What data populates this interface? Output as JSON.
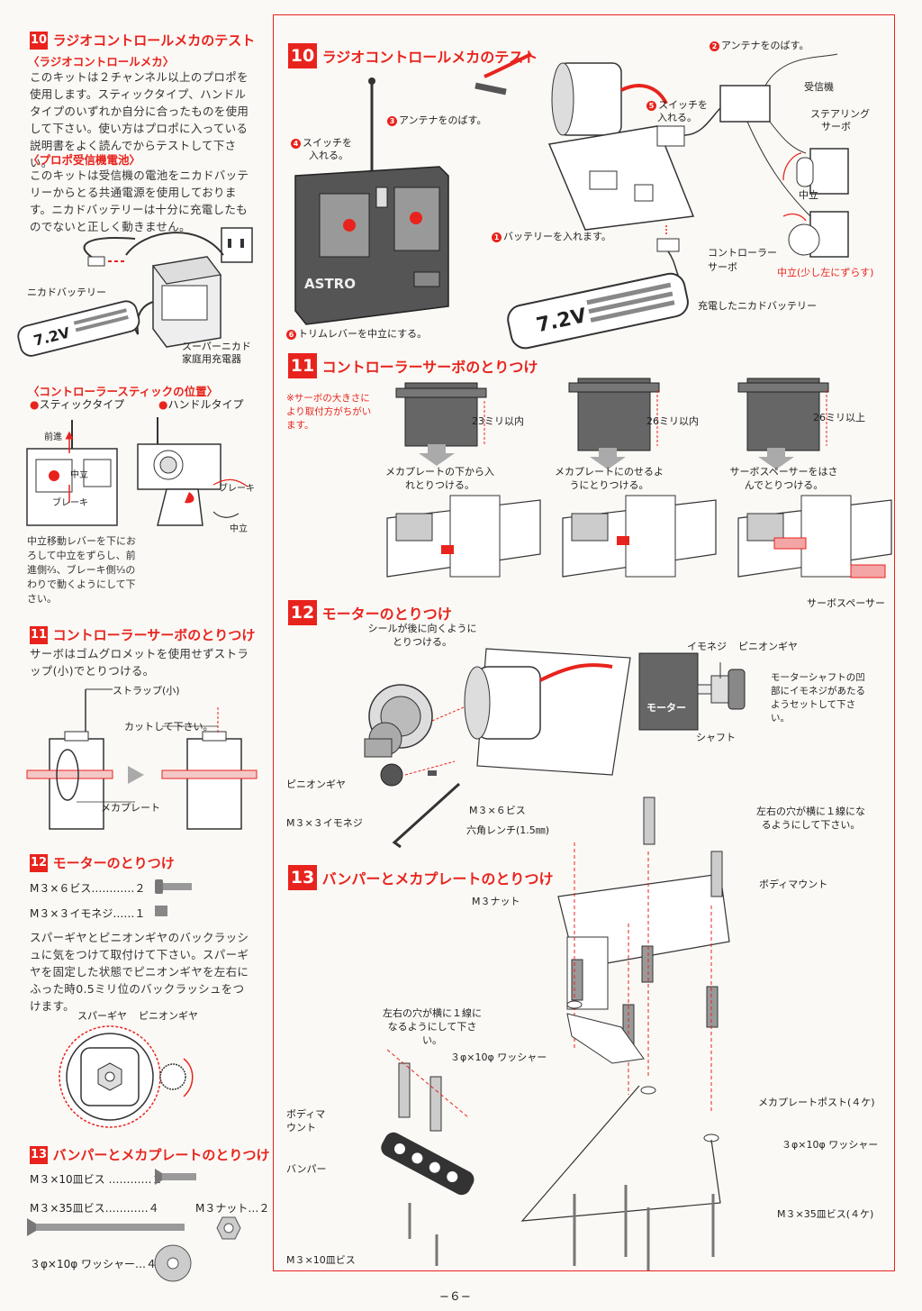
{
  "left": {
    "s10": {
      "num": "10",
      "title": "ラジオコントロールメカのテスト",
      "sub1": "〈ラジオコントロールメカ〉",
      "p1": "このキットは２チャンネル以上のプロポを使用します。スティックタイプ、ハンドルタイプのいずれか自分に合ったものを使用して下さい。使い方はプロポに入っている説明書をよく読んでからテストして下さい。",
      "sub2": "〈プロポ受信機電池〉",
      "p2": "このキットは受信機の電池をニカドバッテリーからとる共通電源を使用しております。ニカドバッテリーは十分に充電したものでないと正しく動きません。",
      "label_battery": "ニカドバッテリー",
      "label_charger_1": "スーパーニカド",
      "label_charger_2": "家庭用充電器",
      "battery_text": "7.2V",
      "sub3": "〈コントローラースティックの位置〉",
      "stick_type": "スティックタイプ",
      "handle_type": "ハンドルタイプ",
      "l_forward": "前進",
      "l_neutral": "中立",
      "l_brake": "ブレーキ",
      "l_brake2": "ブレーキ",
      "l_neutral2": "中立",
      "note": "中立移動レバーを下におろして中立をずらし、前進側⅔、ブレーキ側⅓のわりで動くようにして下さい。"
    },
    "s11": {
      "num": "11",
      "title": "コントローラーサーボのとりつけ",
      "p": "サーボはゴムグロメットを使用せずストラップ(小)でとりつける。",
      "strap": "ストラップ(小)",
      "cut": "カットして下さい。",
      "plate": "メカプレート"
    },
    "s12": {
      "num": "12",
      "title": "モーターのとりつけ",
      "part1": "M３×６ビス…………２",
      "part2": "M３×３イモネジ……１",
      "p": "スパーギヤとピニオンギヤのバックラッシュに気をつけて取付けて下さい。スパーギヤを固定した状態でピニオンギヤを左右にふった時0.5ミリ位のバックラッシュをつけます。",
      "spur": "スパーギヤ",
      "pinion": "ピニオンギヤ"
    },
    "s13": {
      "num": "13",
      "title": "バンパーとメカプレートのとりつけ",
      "part1": "M３×10皿ビス …………２",
      "part2": "M３×35皿ビス…………４",
      "part3": "M３ナット…２",
      "part4": "３φ×10φ ワッシャー…４"
    }
  },
  "right": {
    "s10": {
      "num": "10",
      "title": "ラジオコントロールメカのテスト",
      "c1": "バッテリーを入れます。",
      "c2": "アンテナをのばす。",
      "c3": "アンテナをのばす。",
      "c4a": "スイッチを",
      "c4b": "入れる。",
      "c5a": "スイッチを",
      "c5b": "入れる。",
      "c6": "トリムレバーを中立にする。",
      "receiver": "受信機",
      "steer1": "ステアリング",
      "steer2": "サーボ",
      "neutral": "中立",
      "ctrl1": "コントローラー",
      "ctrl2": "サーボ",
      "neutral_shift": "中立(少し左にずらす)",
      "charged": "充電したニカドバッテリー",
      "astro": "ASTRO",
      "battery_text": "7.2V"
    },
    "s11": {
      "num": "11",
      "title": "コントローラーサーボのとりつけ",
      "note": "※サーボの大きさにより取付方がちがいます。",
      "d1": "23ミリ以内",
      "d2": "26ミリ以内",
      "d3": "26ミリ以上",
      "m1": "メカプレートの下から入れとりつける。",
      "m2": "メカプレートにのせるようにとりつける。",
      "m3": "サーボスペーサーをはさんでとりつける。",
      "spacer": "サーボスペーサー"
    },
    "s12": {
      "num": "12",
      "title": "モーターのとりつけ",
      "seal": "シールが後に向くようにとりつける。",
      "pinion": "ピニオンギヤ",
      "setscrew": "M３×３イモネジ",
      "screw": "M３×６ビス",
      "wrench": "六角レンチ(1.5㎜)",
      "imoneji": "イモネジ",
      "pinion2": "ピニオンギヤ",
      "motor": "モーター",
      "shaft": "シャフト",
      "shaftnote": "モーターシャフトの凹部にイモネジがあたるようセットして下さい。"
    },
    "s13": {
      "num": "13",
      "title": "バンパーとメカプレートのとりつけ",
      "holes1": "左右の穴が横に１線になるようにして下さい。",
      "holes2": "左右の穴が横に１線になるようにして下さい。",
      "bodymount": "ボディマウント",
      "bodymount2": "ボディマウント",
      "nut": "M３ナット",
      "washer1": "３φ×10φ ワッシャー",
      "washer2": "３φ×10φ ワッシャー",
      "post": "メカプレートポスト(４ケ)",
      "bumper": "バンパー",
      "screw35": "M３×35皿ビス(４ケ)",
      "screw10": "M３×10皿ビス"
    }
  },
  "page": "−６−",
  "colors": {
    "accent": "#e8231d",
    "ink": "#222222",
    "paper": "#fbf9f5"
  }
}
